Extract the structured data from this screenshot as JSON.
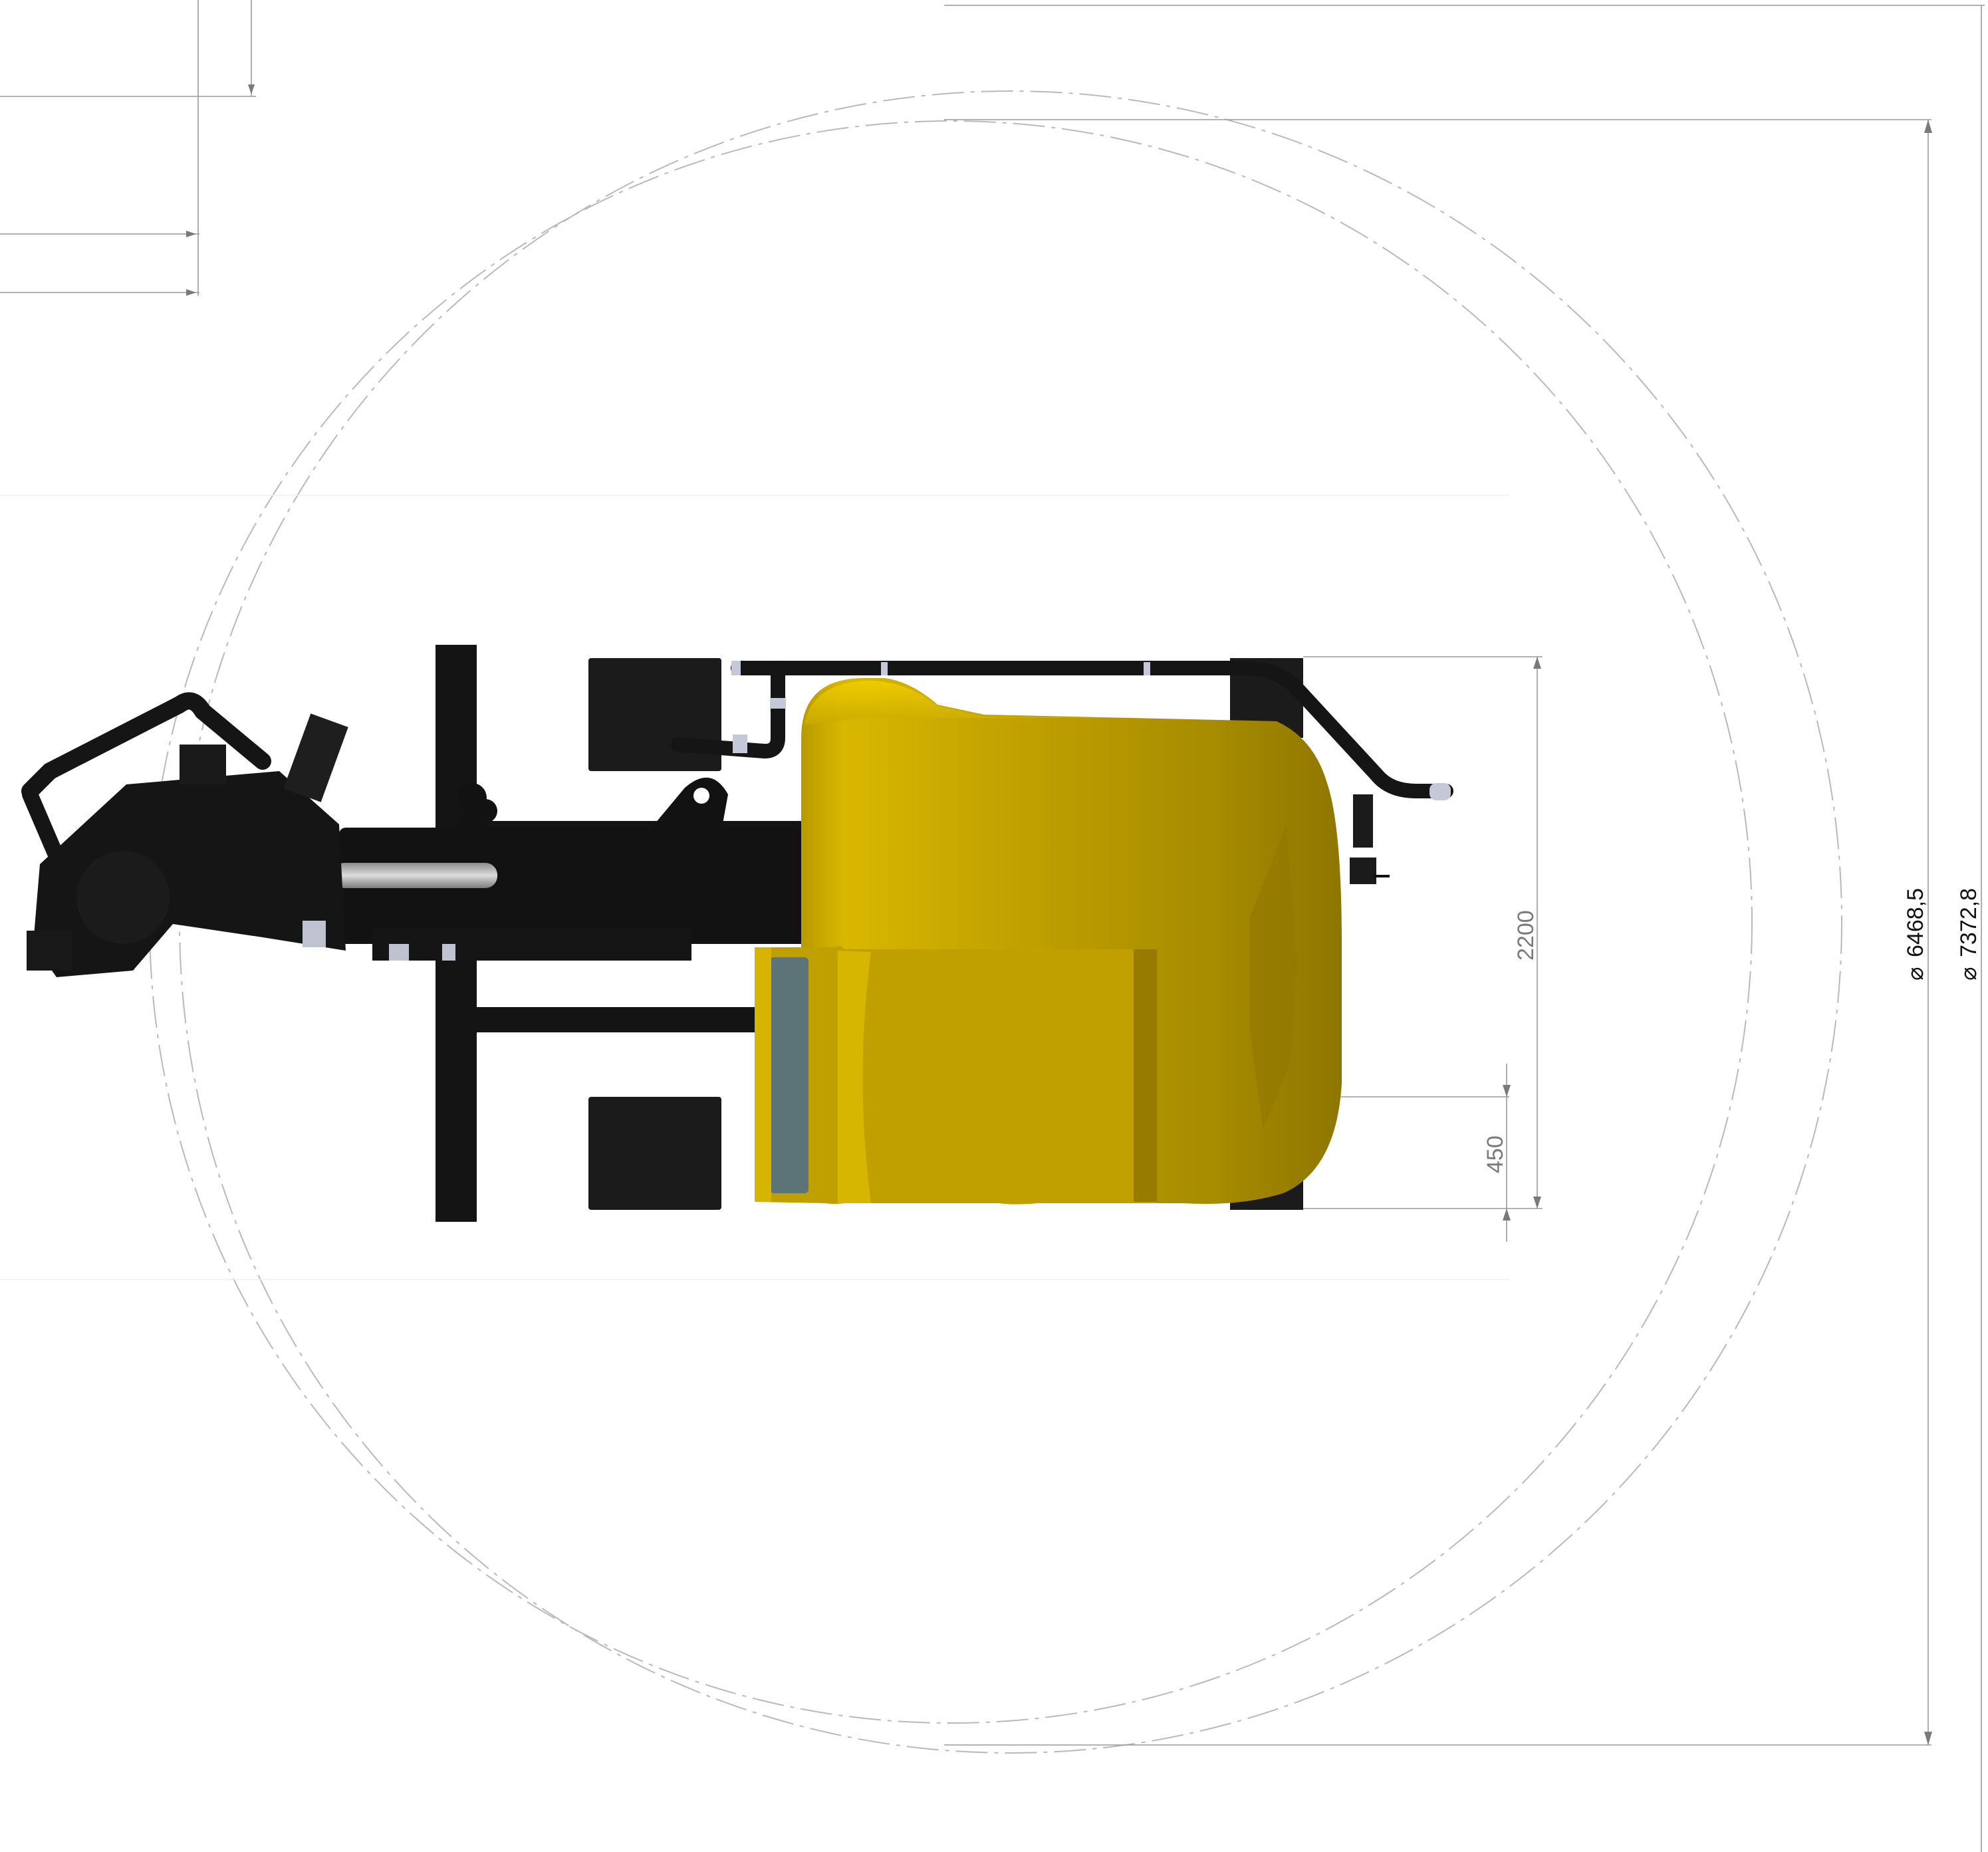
{
  "drawing": {
    "view": "top view",
    "colors": {
      "tank_yellow": "#d6b400",
      "tank_shadow": "#9b7f00",
      "chassis": "#141414",
      "window": "#5c7378",
      "dimension_lines": "#7a7a7a"
    },
    "dimensions": {
      "width_overall": "2200",
      "offset": "450",
      "diameter_inner": "6468,5",
      "diameter_outer": "7372,8",
      "diameter_symbol": "⌀"
    },
    "icons": [
      "tank-shape",
      "boom-frame-shape",
      "wheel-shape",
      "diameter-symbol-icon",
      "arrow-icon"
    ]
  }
}
